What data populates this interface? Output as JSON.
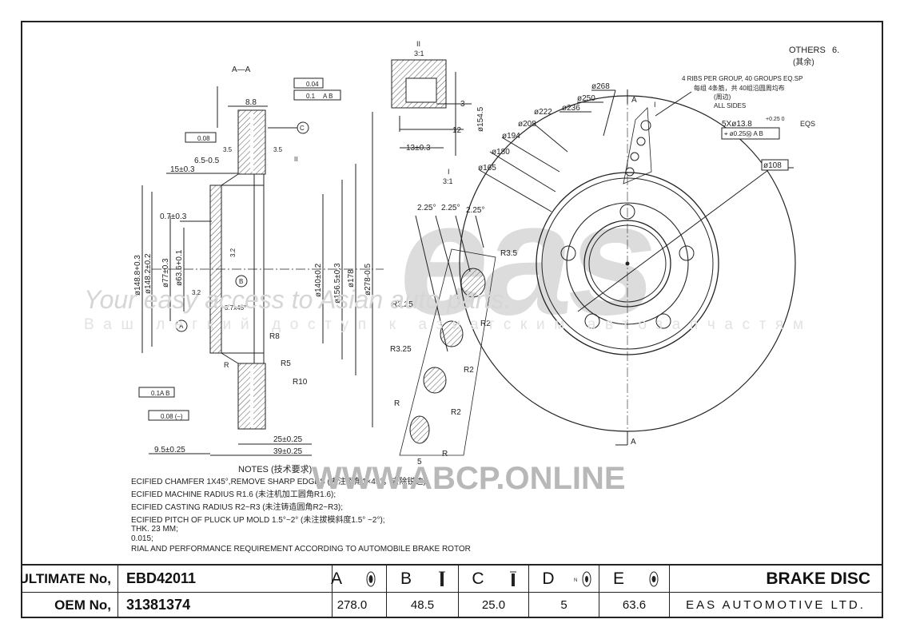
{
  "section_marks": {
    "a_a": "A—A",
    "arrow_a": "A",
    "view_ii": "II",
    "scale_ii": "3:1",
    "view_i": "I",
    "scale_i": "3:1",
    "mark_i": "I",
    "mark_ii": "II"
  },
  "others": {
    "en": "OTHERS",
    "num": "6.",
    "cn": "(其余)"
  },
  "ribs_note": {
    "line1": "4 RIBS PER GROUP, 40 GROUPS EQ.SP",
    "line2": "每组 4条筋，共 40组沿圆周均布",
    "line3": "(周边)",
    "line4": "ALL SIDES"
  },
  "front_dims": {
    "d268": "ø268",
    "d250": "ø250",
    "d236": "ø236",
    "d222": "ø222",
    "d208": "ø208",
    "d194": "ø194",
    "d180": "ø180",
    "d165": "ø165",
    "d108": "ø108",
    "holes": "5Xø13.8",
    "holes_tol": "+0.25 0",
    "holes_eqs": "EQS",
    "pos_tol": "⌖ ø0.25Ⓜ A B"
  },
  "section_dims": {
    "d8_8": "8.8",
    "flat04": "0.04",
    "runout01": "0.1",
    "datum_ab": "A B",
    "par008": "0.08",
    "datum_c": "C",
    "d3_5a": "3.5",
    "d3_5b": "3.5",
    "d6_5": "6.5-0.5",
    "d15": "15±0.3",
    "d0_7": "0.7±0.3",
    "d148_8": "ø148.8+0.3",
    "d148_2": "ø148.2±0.2",
    "d77": "ø77±0.3",
    "d63_6": "ø63.6+0.1",
    "d3_2a": "3.2",
    "d3_2b": "3.2",
    "datum_b": "B",
    "chamfer": "3.7x45°",
    "datum_a": "A",
    "d140": "ø140±0.2",
    "d156_5": "ø156.5±0.3",
    "d178": "ø178",
    "d278": "ø278-0.5",
    "r8": "R8",
    "r5": "R5",
    "r10": "R10",
    "r": "R",
    "run2": "0.1",
    "run2_datum": "A B",
    "flat2": "0.08 (–)",
    "d25": "25±0.25",
    "d39": "39±0.25",
    "d9_5": "9.5±0.25"
  },
  "detail_ii": {
    "d3": "3",
    "d12": "12",
    "d13": "13±0.3",
    "d154_5": "ø154.5"
  },
  "detail_i": {
    "a1": "2.25°",
    "a2": "2.25°",
    "a3": "2.25°",
    "r3_5": "R3.5",
    "r3_25a": "R3.25",
    "r3_25b": "R3.25",
    "r2a": "R2",
    "r2b": "R2",
    "r2c": "R2",
    "ra": "R",
    "rb": "R",
    "d5": "5"
  },
  "notes": {
    "title": "NOTES (技术要求)",
    "n1": "ECIFIED CHAMFER 1X45°,REMOVE SHARP EDGES (未注倒角1×45°，去除锐边)",
    "n2": "ECIFIED MACHINE RADIUS R1.6 (未注机加工圆角R1.6);",
    "n3": "ECIFIED CASTING RADIUS R2~R3 (未注铸造圆角R2~R3);",
    "n4": "ECIFIED PITCH OF PLUCK UP MOLD 1.5°~2° (未注拔模斜度1.5° ~2°);",
    "n5": "THK. 23 MM;",
    "n6": "0.015;",
    "n7": "RIAL AND PERFORMANCE REQUIREMENT ACCORDING TO AUTOMOBILE BRAKE ROTOR"
  },
  "watermark": {
    "logo": "eas",
    "tagline": "Your easy access to Asian auto parts.",
    "tagline_ru": "Ваш легкий доступ к азиатским автозапчастям",
    "site": "WWW.ABCP.ONLINE"
  },
  "title_block": {
    "ultimate_label": "ULTIMATE No,",
    "ultimate_value": "EBD42011",
    "oem_label": "OEM No,",
    "oem_value": "31381374",
    "dims": [
      {
        "letter": "A",
        "value": "278.0",
        "icon": "disc-front-icon"
      },
      {
        "letter": "B",
        "value": "48.5",
        "icon": "disc-height-icon"
      },
      {
        "letter": "C",
        "value": "25.0",
        "icon": "disc-thickness-icon"
      },
      {
        "letter": "D",
        "value": "5",
        "icon": "bolt-holes-icon"
      },
      {
        "letter": "E",
        "value": "63.6",
        "icon": "center-bore-icon"
      }
    ],
    "product": "BRAKE DISC",
    "company": "EAS AUTOMOTIVE LTD."
  },
  "colors": {
    "line": "#222222",
    "watermark": "#d9d9d9",
    "hatch": "#555555"
  }
}
